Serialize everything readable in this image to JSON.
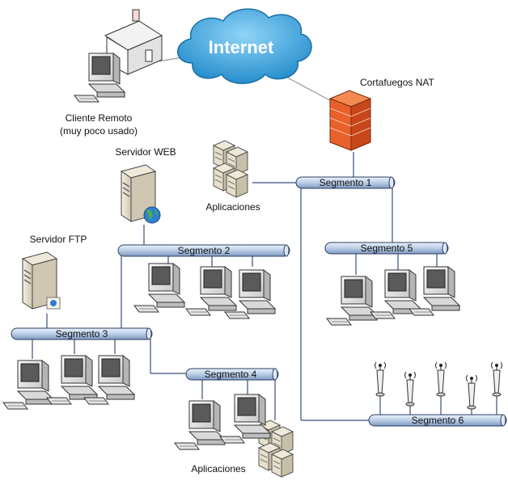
{
  "cloud": {
    "label": "Internet"
  },
  "labels": {
    "remote_client": "Cliente Remoto",
    "remote_client_note": "(muy poco usado)",
    "firewall": "Cortafuegos NAT",
    "web_server": "Servidor WEB",
    "ftp_server": "Servidor FTP",
    "apps_top": "Aplicaciones",
    "apps_bottom": "Aplicaciones"
  },
  "segments": {
    "s1": "Segmento 1",
    "s2": "Segmento 2",
    "s3": "Segmento 3",
    "s4": "Segmento 4",
    "s5": "Segmento 5",
    "s6": "Segmento 6"
  },
  "colors": {
    "segment_fill": "#b9cde6",
    "segment_stroke": "#2c3f63",
    "link": "#3a4f7a",
    "cloud": "#3aa7e0",
    "firewall": "#e8602a"
  }
}
